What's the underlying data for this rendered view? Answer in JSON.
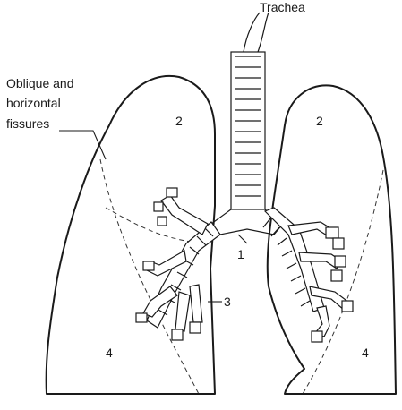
{
  "labels": {
    "trachea": "Trachea",
    "fissures_line1": "Oblique and",
    "fissures_line2": "horizontal",
    "fissures_line3": "fissures",
    "num_1": "1",
    "num_2_left": "2",
    "num_2_right": "2",
    "num_3": "3",
    "num_4_left": "4",
    "num_4_right": "4"
  },
  "colors": {
    "stroke": "#1a1a1a",
    "background": "#ffffff"
  }
}
